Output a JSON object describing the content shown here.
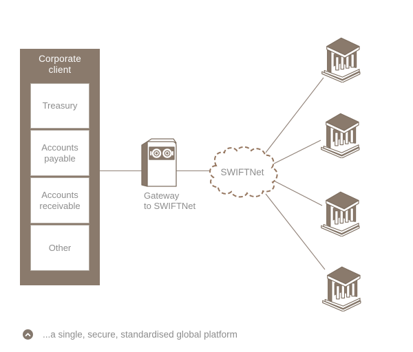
{
  "colors": {
    "brown": "#8a7a6c",
    "brown_stroke": "#7d6e60",
    "cloud_outline": "#95765f",
    "connector": "#8f8076",
    "text_gray": "#8d8d8d",
    "cell_border": "#b3aca3"
  },
  "corporate_client": {
    "title": "Corporate client",
    "departments": [
      {
        "label": "Treasury"
      },
      {
        "label": "Accounts payable"
      },
      {
        "label": "Accounts receivable"
      },
      {
        "label": "Other"
      }
    ]
  },
  "gateway": {
    "icon": "tape-drive-gateway-icon",
    "label_line1": "Gateway",
    "label_line2": "to SWIFTNet"
  },
  "network": {
    "icon": "dashed-cloud-icon",
    "label": "SWIFTNet"
  },
  "banks": {
    "icon": "bank-building-icon",
    "count": 4
  },
  "caption": {
    "icon": "chevron-up-circle-icon",
    "text": "...a single, secure, standardised global platform"
  }
}
